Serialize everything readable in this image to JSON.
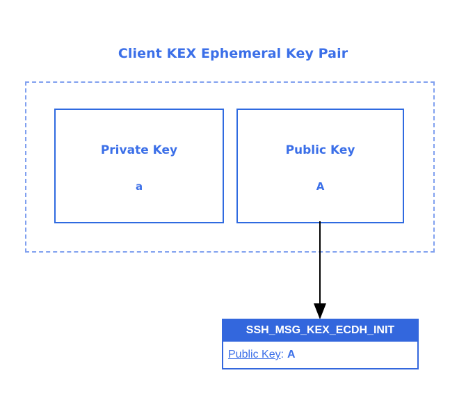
{
  "diagram": {
    "title": "Client KEX Ephemeral Key Pair",
    "colors": {
      "accent_blue": "#3b6fe8",
      "border_blue": "#2f6ae0",
      "dashed_blue": "#80a0ef",
      "header_fill": "#3367dd",
      "header_text": "#ffffff",
      "arrow": "#000000",
      "background": "#ffffff"
    },
    "group": {
      "name": "client-kex-ephemeral-key-pair-group",
      "style": "dashed"
    },
    "keys": [
      {
        "title": "Private Key",
        "value": "a"
      },
      {
        "title": "Public Key",
        "value": "A"
      }
    ],
    "connector": {
      "from": "public-key-box",
      "to": "ssh-msg-kex-ecdh-init",
      "direction": "down",
      "style": "solid-arrow"
    },
    "message": {
      "header": "SSH_MSG_KEX_ECDH_INIT",
      "fields": [
        {
          "label": "Public Key",
          "separator": ":",
          "value": "A"
        }
      ]
    }
  }
}
